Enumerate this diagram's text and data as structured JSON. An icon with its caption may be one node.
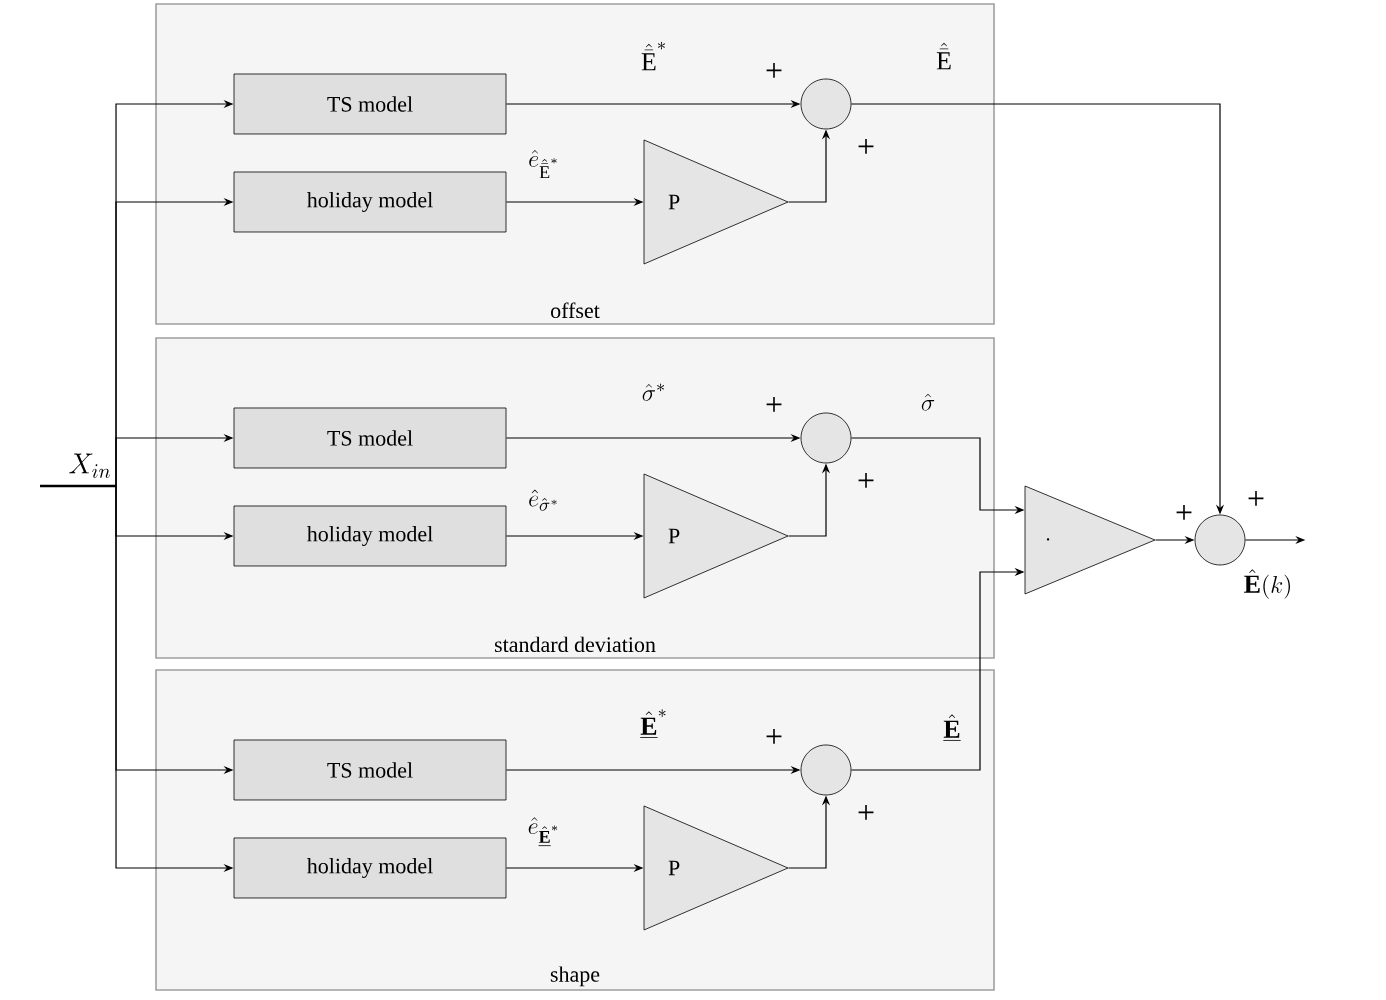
{
  "diagram": {
    "nodes": [
      {
        "text": [
          "offset"
        ]
      },
      {
        "text": [
          "TS model"
        ],
        "in": 0
      },
      {
        "text": [
          "holiday model"
        ],
        "in": 0
      },
      {
        "text": [
          "P"
        ],
        "in": 0
      },
      {
        "text": [],
        "shape": "circle",
        "in": 0
      },
      {
        "text": [
          "standard deviation"
        ]
      },
      {
        "text": [
          "TS model"
        ],
        "in": 5
      },
      {
        "text": [
          "holiday model"
        ],
        "in": 5
      },
      {
        "text": [
          "P"
        ],
        "in": 5
      },
      {
        "text": [],
        "shape": "circle",
        "in": 5
      },
      {
        "text": [
          "shape"
        ]
      },
      {
        "text": [
          "TS model"
        ],
        "in": 10
      },
      {
        "text": [
          "holiday model"
        ],
        "in": 10
      },
      {
        "text": [
          "P"
        ],
        "in": 10
      },
      {
        "text": [],
        "shape": "circle",
        "in": 10
      },
      {
        "text": [
          "\\cdot"
        ]
      },
      {
        "text": [],
        "shape": "circle"
      },
      {
        "text": [
          "X_{in}"
        ]
      }
    ],
    "edges": [
      {
        "from": 17,
        "to": 1,
        "arrow": "to"
      },
      {
        "from": 17,
        "to": 2,
        "arrow": "to"
      },
      {
        "from": 17,
        "to": 6,
        "arrow": "to"
      },
      {
        "from": 17,
        "to": 7,
        "arrow": "to"
      },
      {
        "from": 17,
        "to": 11,
        "arrow": "to"
      },
      {
        "from": 17,
        "to": 12,
        "arrow": "to"
      },
      {
        "from": 1,
        "to": 4,
        "arrow": "to",
        "label": "\\hat{\\bar{\\mathrm{E}}}^*"
      },
      {
        "from": 2,
        "to": 3,
        "arrow": "to",
        "label": "\\hat{e}_{\\hat{\\bar{\\mathrm{E}}}^*}"
      },
      {
        "from": 3,
        "to": 4,
        "arrow": "to"
      },
      {
        "from": 6,
        "to": 9,
        "arrow": "to",
        "label": "\\hat{\\sigma}^*"
      },
      {
        "from": 7,
        "to": 8,
        "arrow": "to",
        "label": "\\hat{e}_{\\hat{\\sigma}^*}"
      },
      {
        "from": 8,
        "to": 9,
        "arrow": "to"
      },
      {
        "from": 11,
        "to": 14,
        "arrow": "to",
        "label": "\\underline{\\hat{\\mathbf{E}}}^*"
      },
      {
        "from": 12,
        "to": 13,
        "arrow": "to",
        "label": "\\hat{e}_{\\underline{\\hat{\\mathbf{E}}}^*}"
      },
      {
        "from": 13,
        "to": 14,
        "arrow": "to"
      },
      {
        "from": 4,
        "to": 16,
        "arrow": "to",
        "label": "\\hat{\\bar{\\mathrm{E}}}"
      },
      {
        "from": 9,
        "to": 15,
        "arrow": "to",
        "label": "\\hat{\\sigma}"
      },
      {
        "from": 14,
        "to": 15,
        "arrow": "to",
        "label": "\\underline{\\hat{\\mathbf{E}}}"
      },
      {
        "from": 15,
        "to": 16,
        "arrow": "to"
      },
      {
        "from": 16,
        "to": null,
        "arrow": "to",
        "label": "\\hat{\\mathbf{E}}(k)"
      }
    ],
    "labels": [
      "+",
      "+",
      "+",
      "+",
      "+",
      "+",
      "+",
      "+"
    ]
  }
}
